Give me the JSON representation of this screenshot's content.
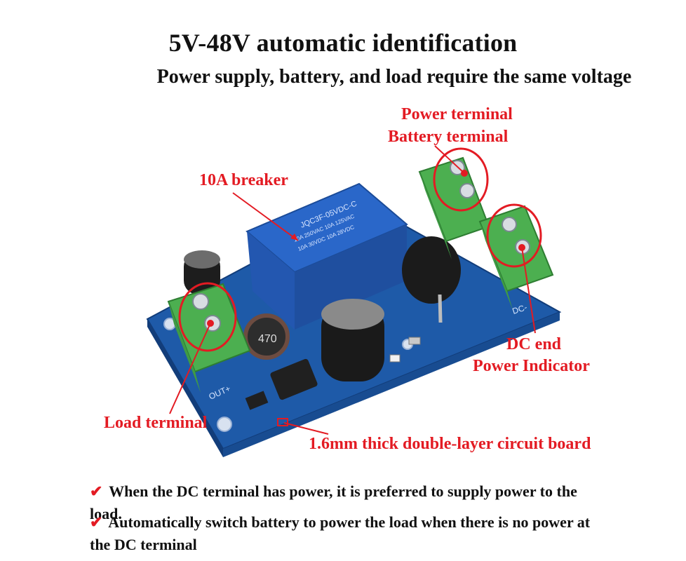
{
  "title": "5V-48V automatic identification",
  "subtitle": "Power supply, battery, and load require the same voltage",
  "labels": {
    "power_terminal": "Power terminal",
    "battery_terminal": "Battery terminal",
    "breaker": "10A breaker",
    "dc_end": "DC end",
    "power_indicator": "Power Indicator",
    "load_terminal": "Load terminal",
    "board_thickness": "1.6mm thick double-layer circuit board"
  },
  "bullets": [
    "When the DC terminal has power, it is preferred to supply power to the load.",
    "Automatically switch battery to power the load when there is no power at the DC terminal"
  ],
  "board_markings": {
    "relay_line1": "JQC3F-05VDC-C",
    "relay_line2": "10A 250VAC 10A 125VAC",
    "relay_line3": "10A 30VDC 10A 28VDC",
    "out_label": "OUT+",
    "dc_label": "DC-",
    "inductor_label": "470"
  },
  "colors": {
    "accent_red": "#e31b23",
    "pcb_blue": "#1e5aa8",
    "terminal_green": "#4caf50",
    "relay_blue": "#2a67c9"
  },
  "icons": {
    "check": "check-mark-icon"
  }
}
